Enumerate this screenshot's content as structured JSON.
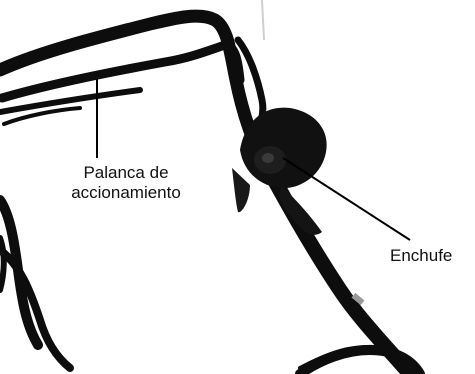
{
  "labels": {
    "lever_line1": "Palanca de",
    "lever_line2": "accionamiento",
    "plug": "Enchufe"
  },
  "colors": {
    "background": "#ffffff",
    "handle": "#0d0d0d",
    "label_text": "#111111",
    "leader_line": "#000000"
  }
}
